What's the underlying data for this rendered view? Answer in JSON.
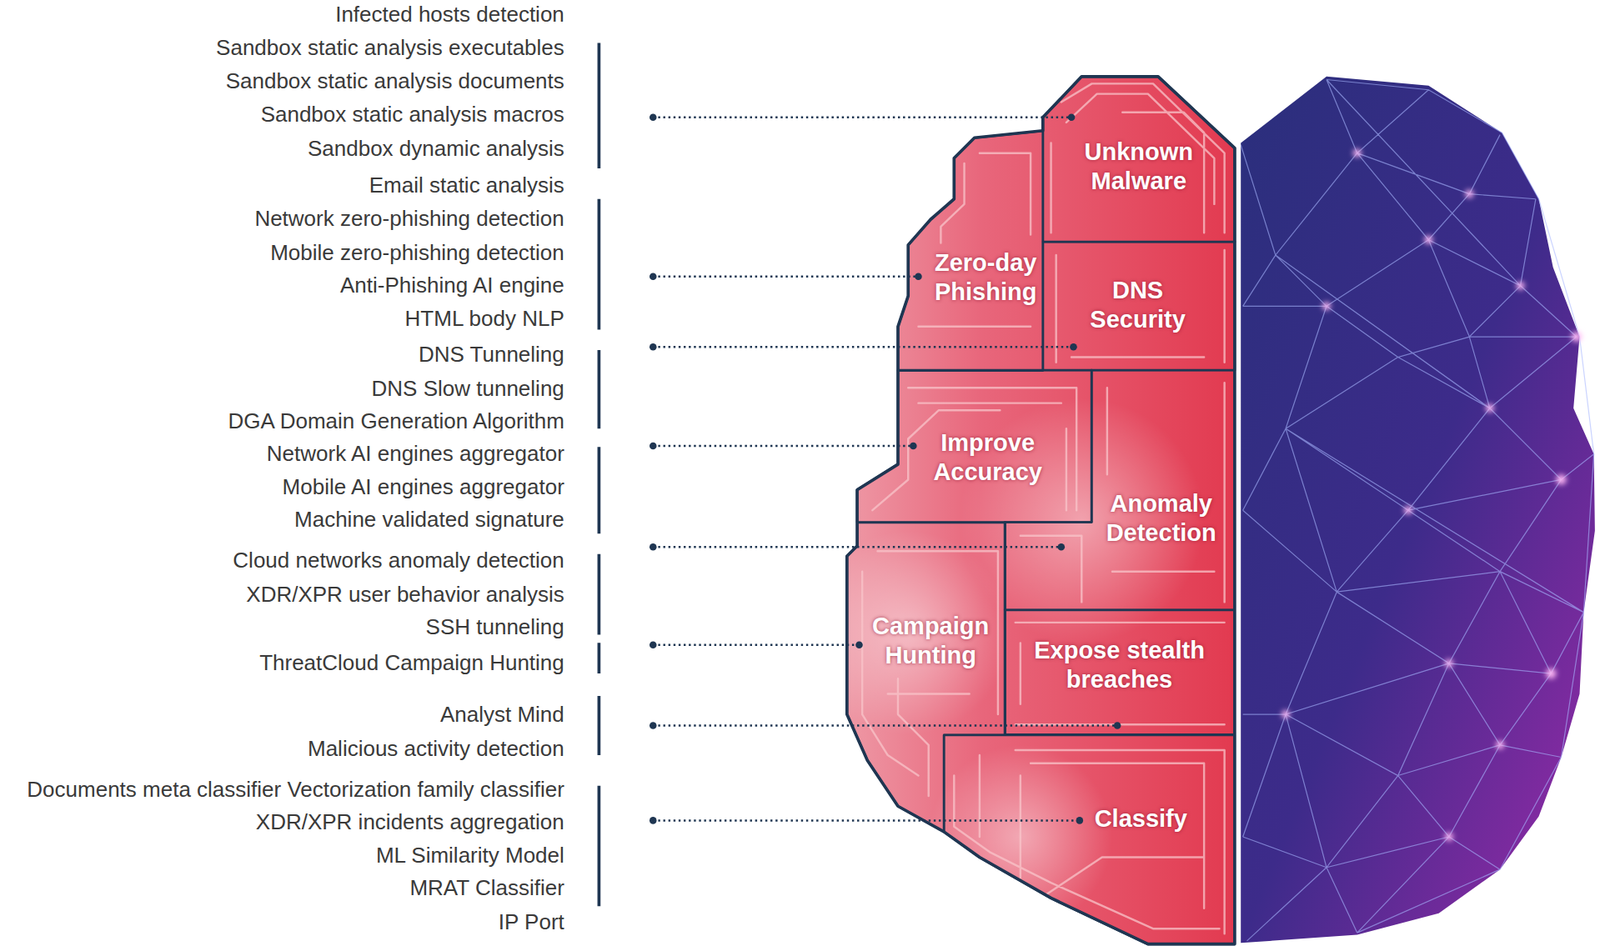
{
  "diagram": {
    "nodes": [
      {
        "text": [
          "Unknown Malware"
        ]
      },
      {
        "text": [
          "Zero-day Phishing"
        ]
      },
      {
        "text": [
          "DNS Security"
        ]
      },
      {
        "text": [
          "Improve Accuracy"
        ]
      },
      {
        "text": [
          "Anomaly Detection"
        ]
      },
      {
        "text": [
          "Campaign Hunting"
        ]
      },
      {
        "text": [
          "Expose stealth breaches"
        ]
      },
      {
        "text": [
          "Classify"
        ]
      }
    ],
    "labels": [
      "Infected hosts detection",
      "Sandbox static analysis executables",
      "Sandbox static analysis documents",
      "Sandbox static analysis macros",
      "Sandbox dynamic analysis",
      "Email static analysis",
      "Network zero-phishing detection",
      "Mobile zero-phishing detection",
      "Anti-Phishing AI engine",
      "HTML body NLP",
      "DNS Tunneling",
      "DNS Slow tunneling",
      "DGA Domain Generation Algorithm",
      "Network AI engines aggregator",
      "Mobile AI engines aggregator",
      "Machine validated signature",
      "Cloud networks anomaly detection",
      "XDR/XPR user behavior analysis",
      "SSH tunneling",
      "ThreatCloud Campaign Hunting",
      "Analyst Mind",
      "Malicious activity detection",
      "Documents meta classifier Vectorization family classifier",
      "XDR/XPR incidents aggregation",
      "ML Similarity Model",
      "MRAT Classifier",
      "IP Port"
    ]
  }
}
